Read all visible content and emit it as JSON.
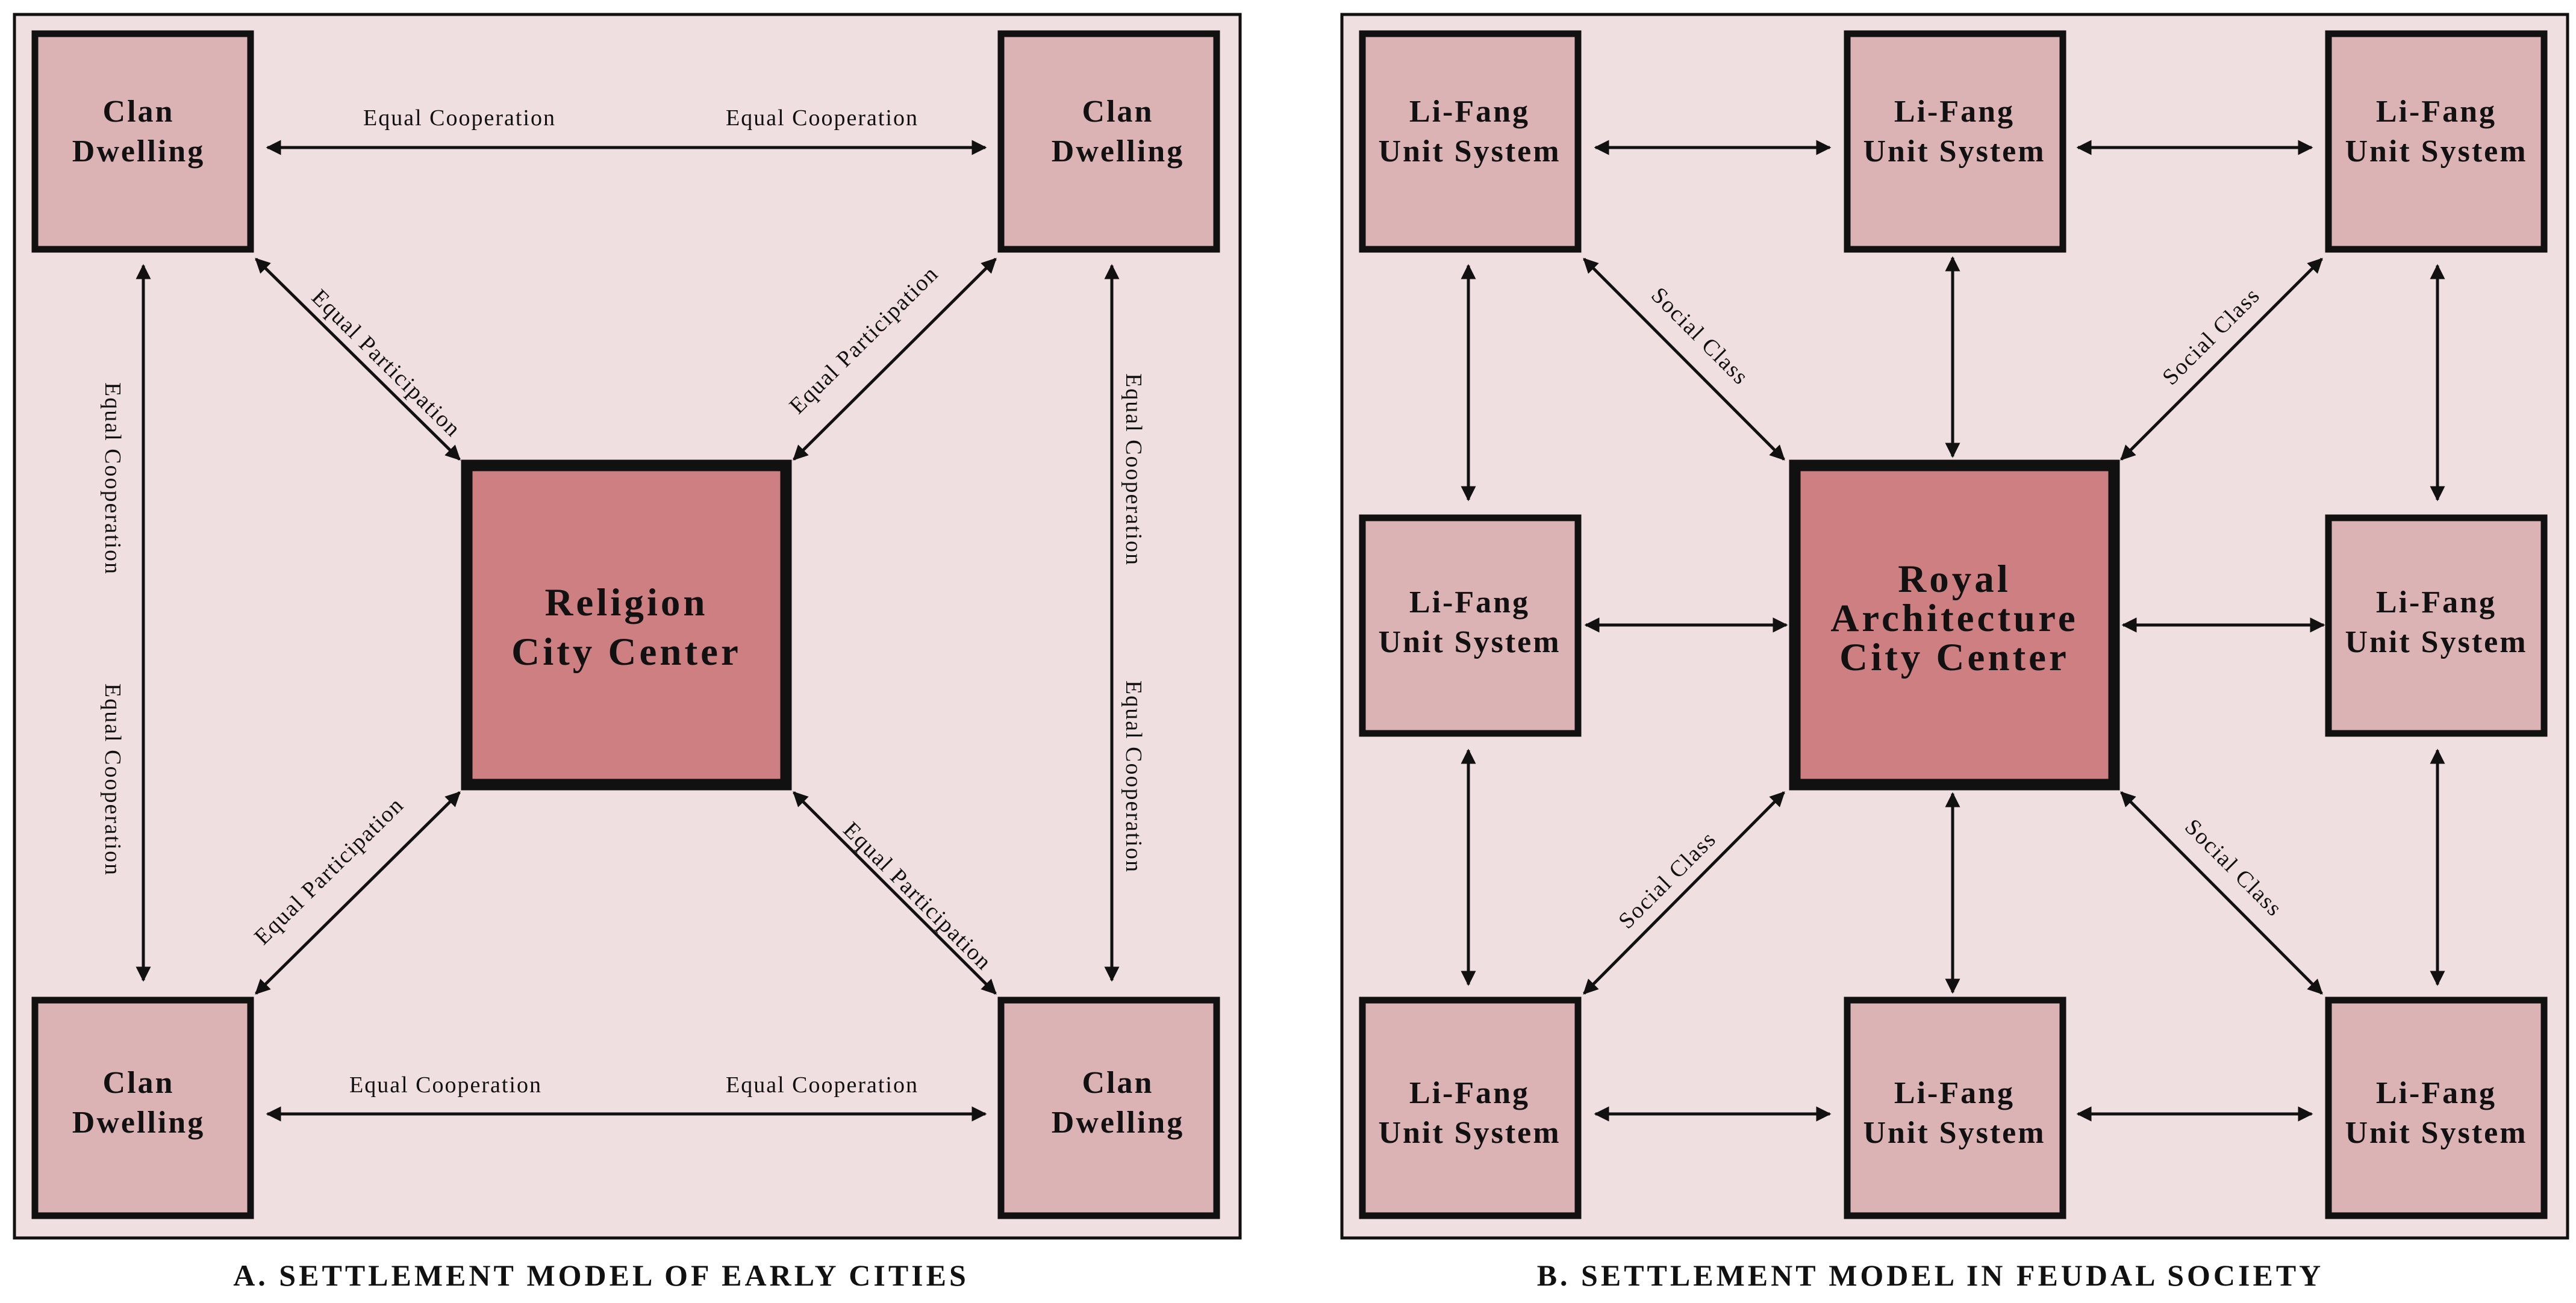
{
  "panel_a": {
    "caption": "A. SETTLEMENT MODEL OF EARLY CITIES",
    "center": {
      "line1": "Religion",
      "line2": "City Center"
    },
    "corner_box": {
      "line1": "Clan",
      "line2": "Dwelling"
    },
    "edge_labels": {
      "top_left": "Equal Cooperation",
      "top_right": "Equal Cooperation",
      "bottom_left": "Equal Cooperation",
      "bottom_right": "Equal Cooperation",
      "left_upper": "Equal Cooperation",
      "left_lower": "Equal Cooperation",
      "right_upper": "Equal Cooperation",
      "right_lower": "Equal Cooperation",
      "diag_top_left": "Equal Participation",
      "diag_top_right": "Equal Participation",
      "diag_bottom_left": "Equal Participation",
      "diag_bottom_right": "Equal Participation"
    }
  },
  "panel_b": {
    "caption": "B. SETTLEMENT MODEL IN FEUDAL SOCIETY",
    "center": {
      "line1": "Royal",
      "line2": "Architecture",
      "line3": "City Center"
    },
    "unit_box": {
      "line1": "Li-Fang",
      "line2": "Unit System"
    },
    "edge_labels": {
      "diag_top_left": "Social Class",
      "diag_top_right": "Social Class",
      "diag_bottom_left": "Social Class",
      "diag_bottom_right": "Social Class"
    }
  },
  "colors": {
    "panel_background": "#efdfe0",
    "box_fill": "#dcb3b4",
    "center_fill": "#cd7f82",
    "stroke": "#111111"
  }
}
